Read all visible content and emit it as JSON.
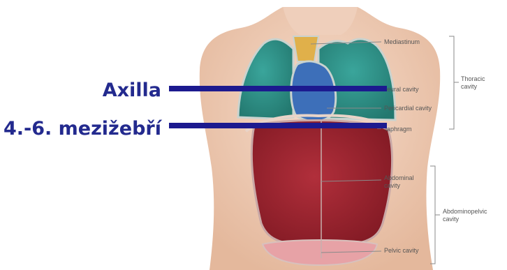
{
  "colors": {
    "bar": "#1c1a8f",
    "big_text": "#232a8e",
    "skin": "#ecc9b2",
    "lung": "#2f9890",
    "heart": "#3d6fb9",
    "mediastinum_top": "#e0b04a",
    "abdominal": "#a42632",
    "pelvic": "#e7a2a6",
    "leader": "#8a8a8a"
  },
  "overlay_labels": {
    "axilla": "Axilla",
    "intercostal": "4.-6. mezižebří"
  },
  "anatomy_labels": {
    "mediastinum": "Mediastinum",
    "pleural": "leural cavity",
    "pericardial": "Pericardial cavity",
    "diaphragm": "iaphragm",
    "abdominal": [
      "Abdominal",
      "cavity"
    ],
    "pelvic": "Pelvic cavity",
    "thoracic": [
      "Thoracic",
      "cavity"
    ],
    "abdominopelvic": [
      "Abdominopelvic",
      "cavity"
    ]
  }
}
